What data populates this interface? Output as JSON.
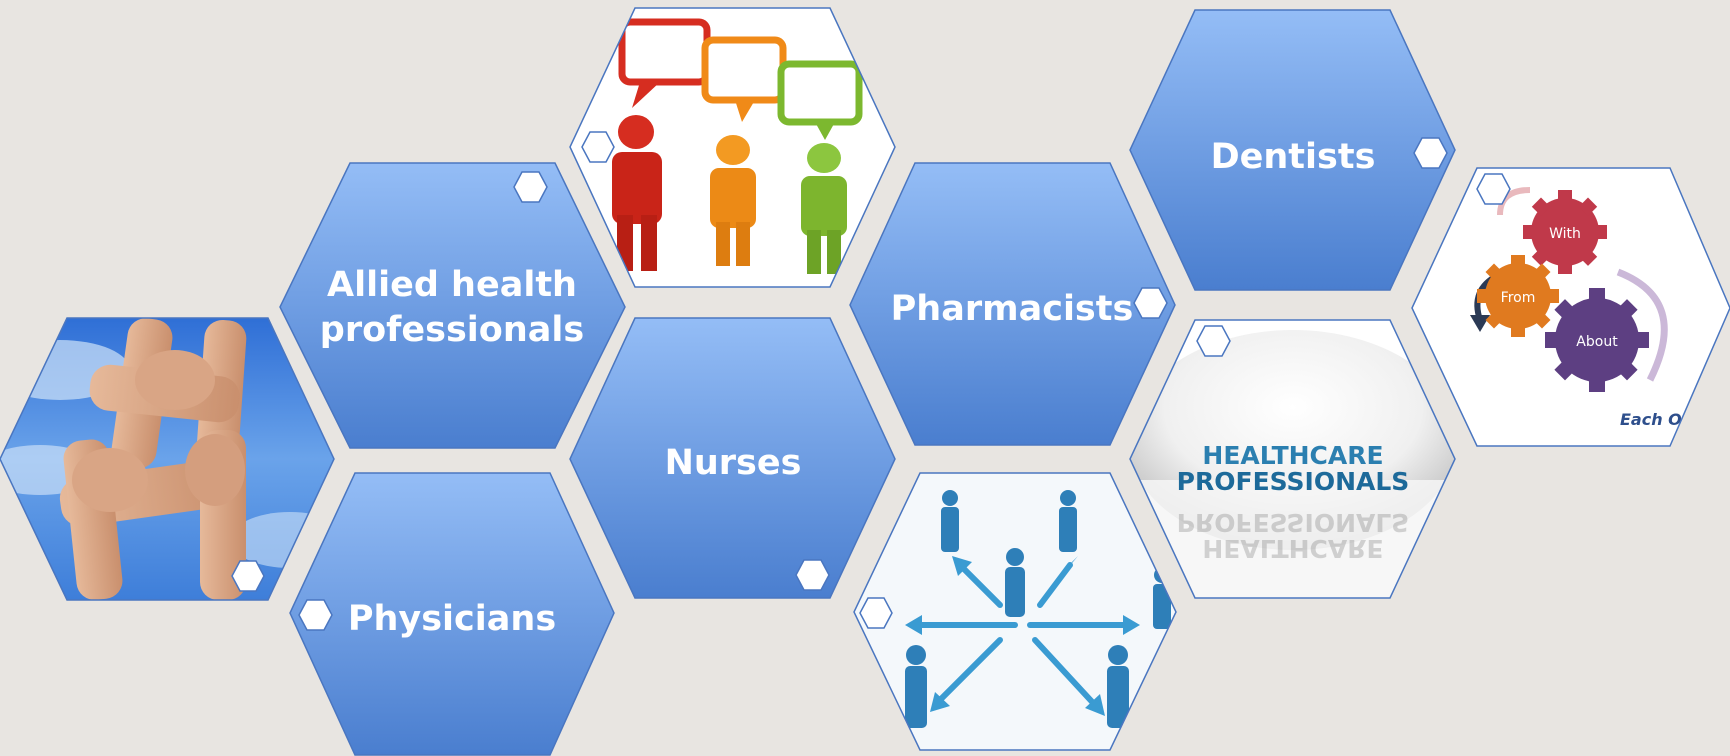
{
  "hexagons": {
    "allied": {
      "label_lines": [
        "Allied health",
        "professionals"
      ]
    },
    "physicians": {
      "label": "Physicians"
    },
    "nurses": {
      "label": "Nurses"
    },
    "pharmacists": {
      "label": "Pharmacists"
    },
    "dentists": {
      "label": "Dentists"
    }
  },
  "images": {
    "healthcare": {
      "line1": "HEALTHCARE",
      "line2": "PROFESSIONALS"
    },
    "gears": {
      "with": "With",
      "from": "From",
      "about": "About",
      "caption": "Each O"
    }
  },
  "colors": {
    "hex_top": "#8fb8f4",
    "hex_bottom": "#4a7fd0",
    "hex_stroke": "#4a76c0",
    "background": "#e8e5e1"
  }
}
